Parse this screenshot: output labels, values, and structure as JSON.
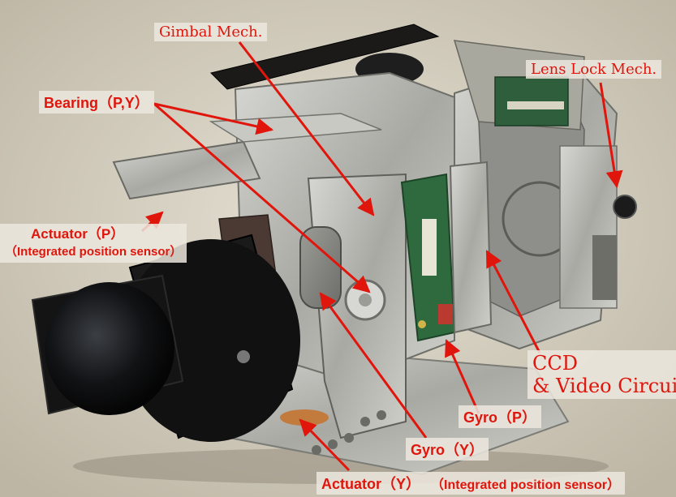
{
  "labels": {
    "gimbal_mech": "Gimbal Mech.",
    "lens_lock_mech": "Lens Lock Mech.",
    "bearing": "Bearing（P,Y）",
    "actuator_p": "Actuator（P）",
    "actuator_p_note": "（Integrated position sensor）",
    "ccd_line1": "CCD",
    "ccd_line2": "& Video Circuit",
    "gyro_p": "Gyro（P）",
    "gyro_y": "Gyro（Y）",
    "actuator_y": "Actuator（Y）",
    "actuator_y_note": "（Integrated position sensor）"
  },
  "colors": {
    "callout_red": "#e0150c",
    "label_background": "#ece8de",
    "backdrop": "#d8d2c3",
    "metal": "#b9b9b4",
    "lens_black": "#141414"
  }
}
